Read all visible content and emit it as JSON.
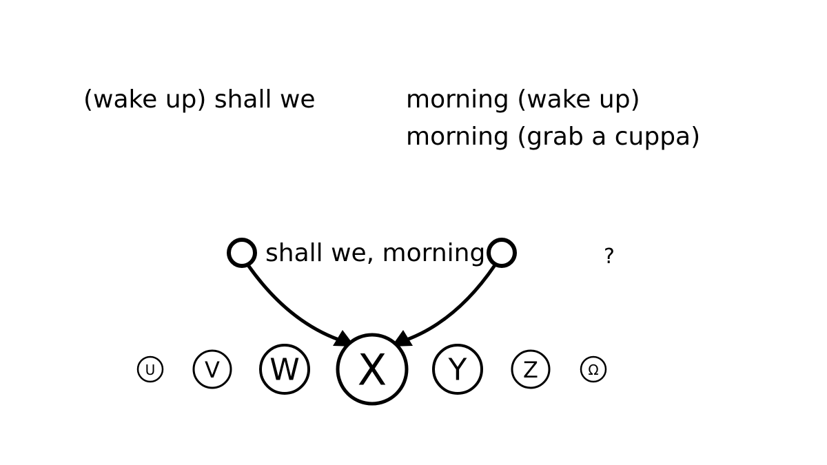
{
  "phrases": {
    "left": "(wake up) shall we",
    "right_line1": "morning (wake up)",
    "right_line2": "morning (grab a cuppa)"
  },
  "graph": {
    "edge_label": "shall we, morning",
    "unknown_marker": "?",
    "nodes": [
      {
        "id": "U",
        "label": "U"
      },
      {
        "id": "V",
        "label": "V"
      },
      {
        "id": "W",
        "label": "W"
      },
      {
        "id": "X",
        "label": "X"
      },
      {
        "id": "Y",
        "label": "Y"
      },
      {
        "id": "Z",
        "label": "Z"
      },
      {
        "id": "Omega",
        "label": "Ω"
      }
    ]
  }
}
